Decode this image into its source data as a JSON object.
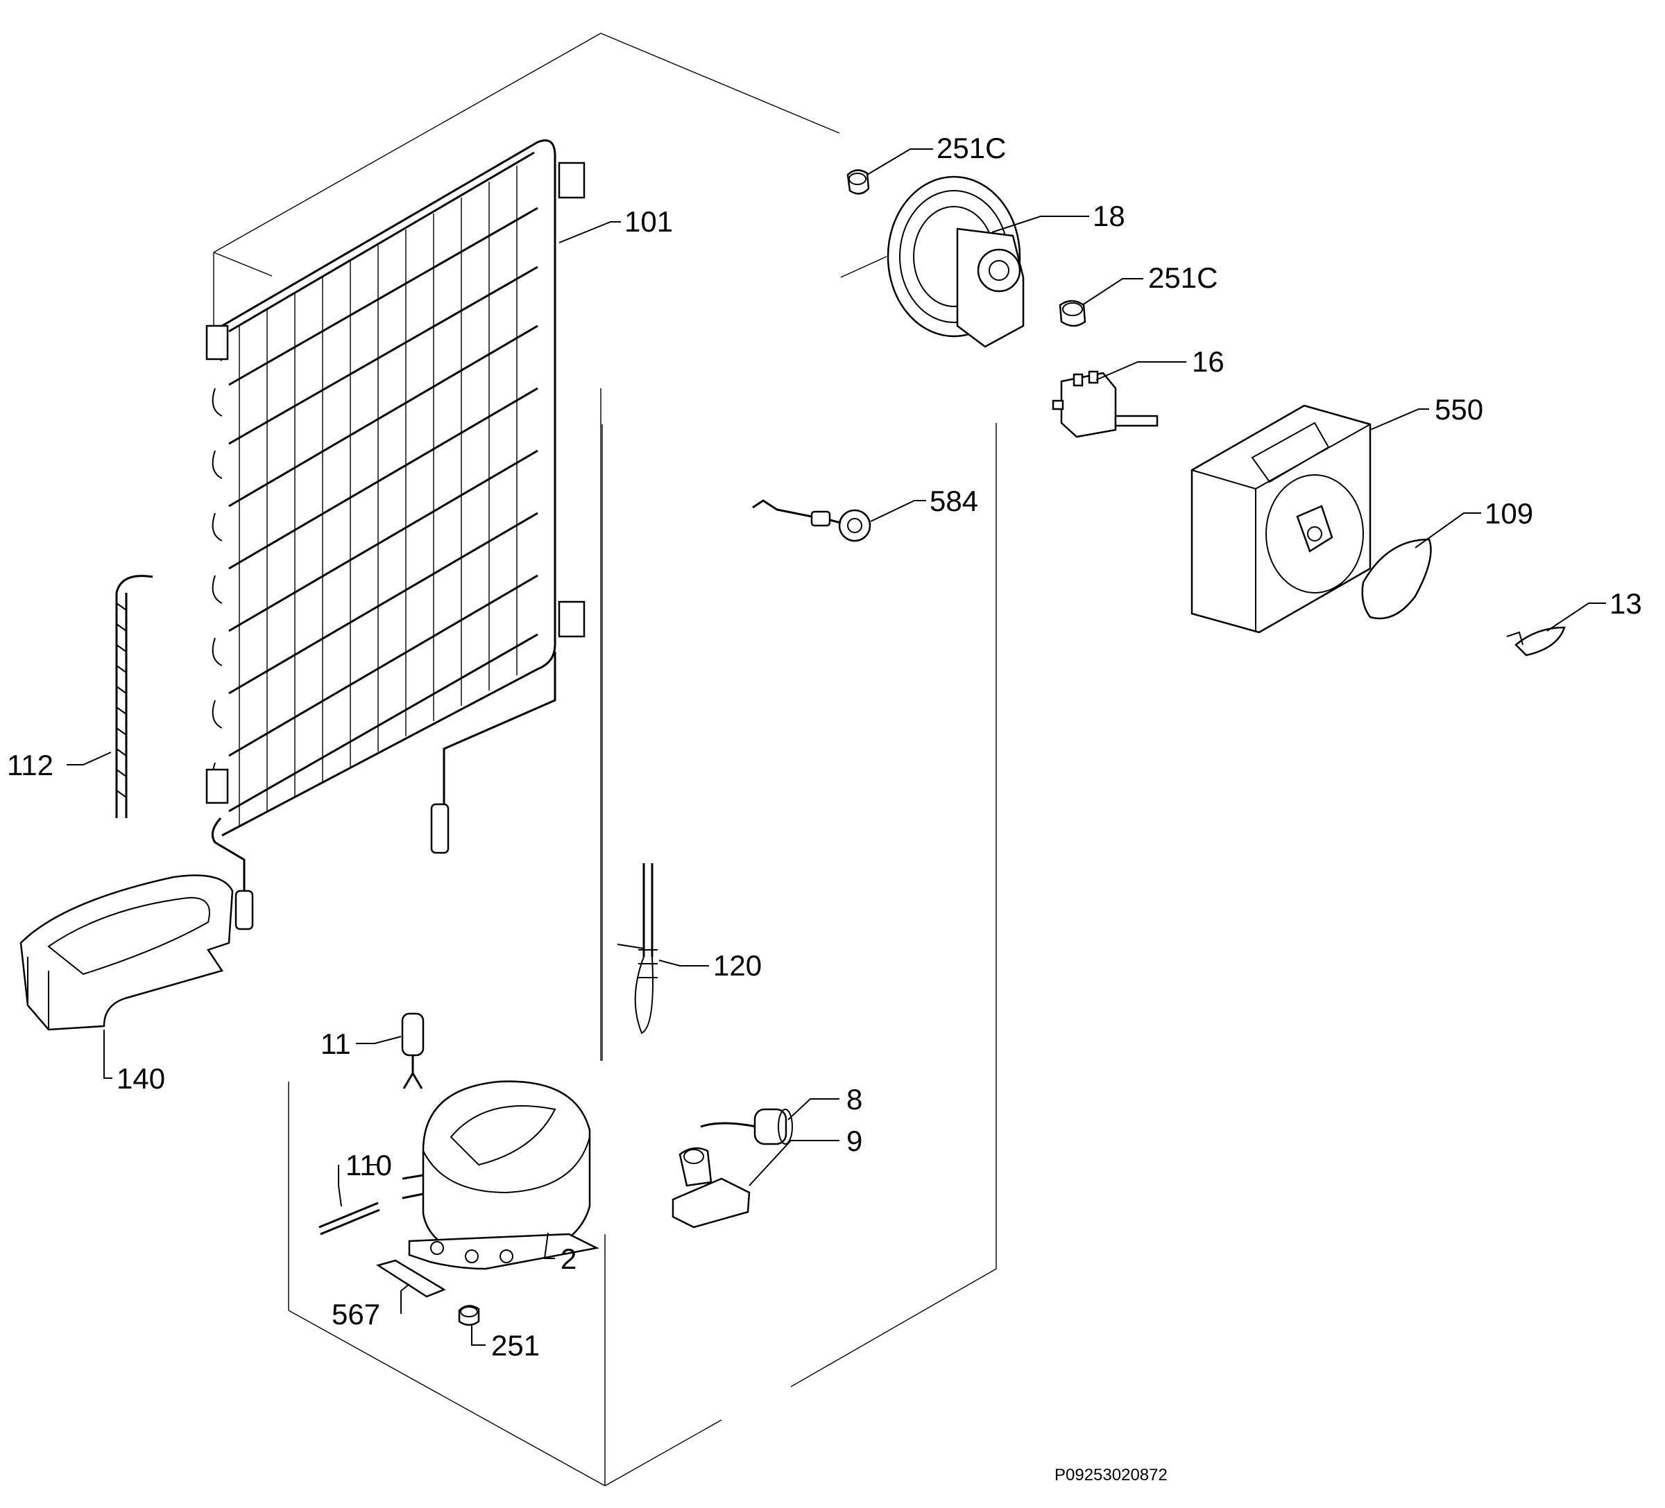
{
  "labels": {
    "p251c_top": "251C",
    "p18": "18",
    "p101": "101",
    "p251c_mid": "251C",
    "p16": "16",
    "p550": "550",
    "p584": "584",
    "p109": "109",
    "p13": "13",
    "p112": "112",
    "p120": "120",
    "p140": "140",
    "p11": "11",
    "p8": "8",
    "p9": "9",
    "p110": "110",
    "p2": "2",
    "p567": "567",
    "p251": "251"
  },
  "drawing_code": "P09253020872"
}
